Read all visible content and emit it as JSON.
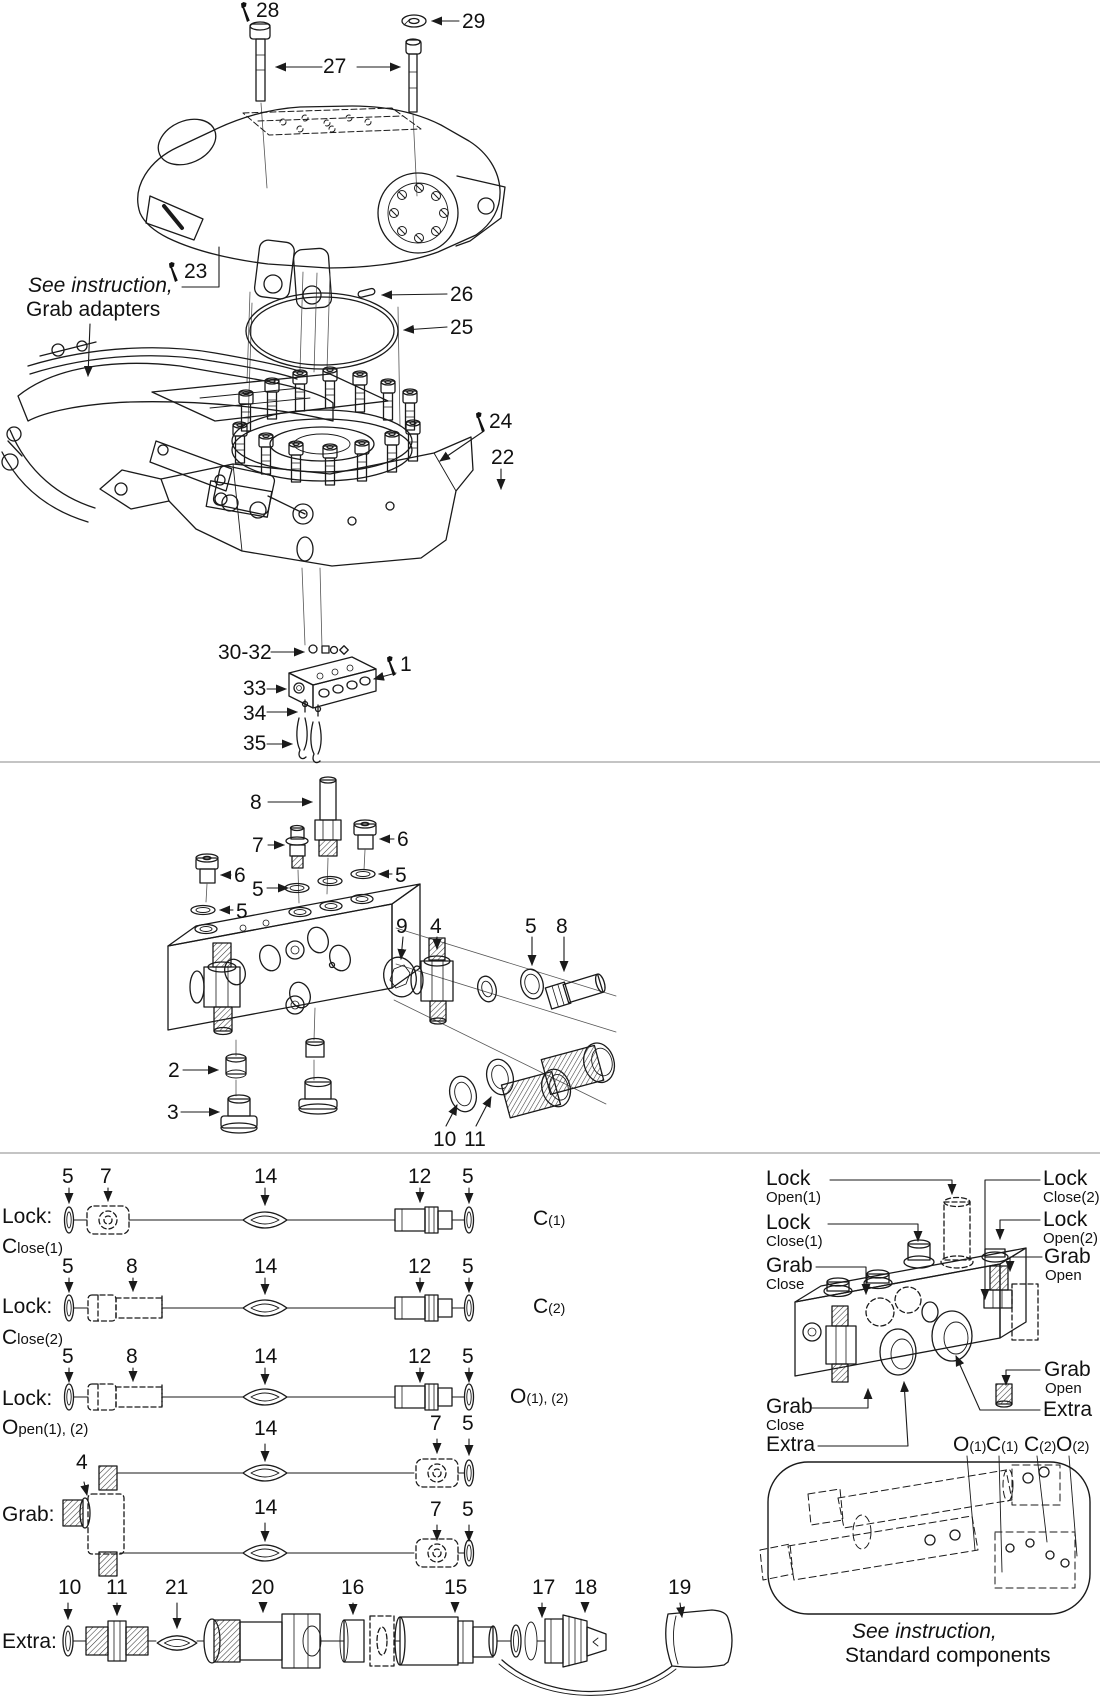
{
  "doc": {
    "background": "#ffffff",
    "ink": "#1a1a1a",
    "divider": "#8a8a8a"
  },
  "top": {
    "c28": "28",
    "c29": "29",
    "c27": "27",
    "c23": "23",
    "c26": "26",
    "c25": "25",
    "c24": "24",
    "c22": "22",
    "c3032": "30-32",
    "c1": "1",
    "c33": "33",
    "c34": "34",
    "c35": "35",
    "note1": "See instruction,",
    "note2": "Grab adapters"
  },
  "mid": {
    "c8a": "8",
    "c7": "7",
    "c6a": "6",
    "c6b": "6",
    "c5a": "5",
    "c5b": "5",
    "c5c": "5",
    "c9": "9",
    "c4": "4",
    "c5d": "5",
    "c8b": "8",
    "c2": "2",
    "c3": "3",
    "c10": "10",
    "c11": "11"
  },
  "rows": {
    "r1": {
      "label": "Lock:",
      "sub_big": "C",
      "sub_rest": "lose(1)",
      "n1": "5",
      "n2": "7",
      "n3": "14",
      "n4": "12",
      "n5": "5",
      "port_big": "C",
      "port_rest": "(1)"
    },
    "r2": {
      "label": "Lock:",
      "sub_big": "C",
      "sub_rest": "lose(2)",
      "n1": "5",
      "n2": "8",
      "n3": "14",
      "n4": "12",
      "n5": "5",
      "port_big": "C",
      "port_rest": "(2)"
    },
    "r3": {
      "label": "Lock:",
      "sub_big": "O",
      "sub_rest": "pen(1), (2)",
      "n1": "5",
      "n2": "8",
      "n3": "14",
      "n4": "12",
      "n5": "5",
      "port_big": "O",
      "port_rest": "(1), (2)"
    },
    "grab": {
      "label": "Grab:",
      "n4": "4",
      "t14": "14",
      "t7": "7",
      "t5": "5",
      "b14": "14",
      "b7": "7",
      "b5": "5"
    },
    "extra": {
      "label": "Extra:",
      "n10": "10",
      "n11": "11",
      "n21": "21",
      "n20": "20",
      "n16": "16",
      "n15": "15",
      "n17": "17",
      "n18": "18",
      "n19": "19"
    }
  },
  "right": {
    "cl1t": "Lock",
    "cl1s": "Open(1)",
    "cl2t": "Lock",
    "cl2s": "Close(1)",
    "cl3t": "Grab",
    "cl3s": "Close",
    "cl4t": "Grab",
    "cl4s": "Close",
    "cl5": "Extra",
    "cr1t": "Lock",
    "cr1s": "Close(2)",
    "cr2t": "Lock",
    "cr2s": "Open(2)",
    "cr3t": "Grab",
    "cr3s": "Open",
    "cr4t": "Grab",
    "cr4s": "Open",
    "cr5": "Extra",
    "p1b": "O",
    "p1r": "(1)",
    "p2b": "C",
    "p2r": "(1)",
    "p3b": "C",
    "p3r": "(2)",
    "p4b": "O",
    "p4r": "(2)",
    "note1": "See instruction,",
    "note2": "Standard components"
  }
}
